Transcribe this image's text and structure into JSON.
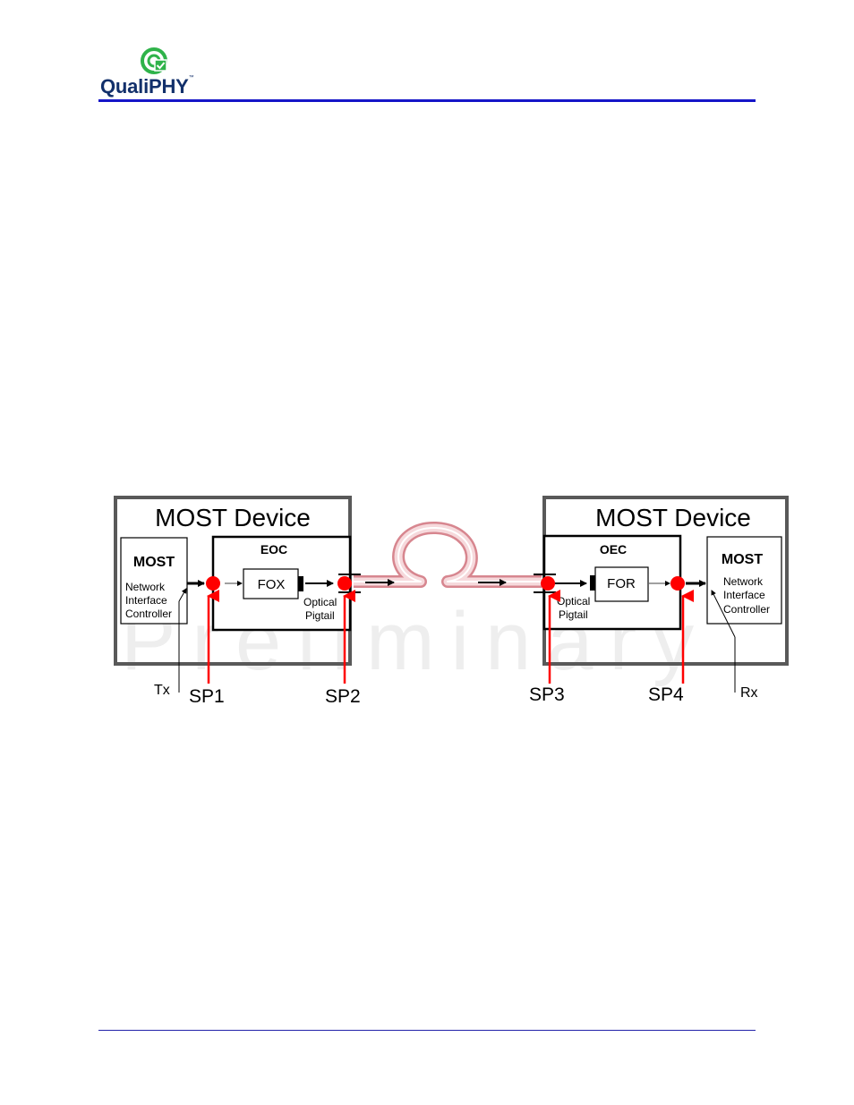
{
  "header": {
    "logo_text": "QualiPHY",
    "logo_tm": "™"
  },
  "watermark": "Preliminary",
  "diagram": {
    "left_device": {
      "title": "MOST Device",
      "nic_title": "MOST",
      "nic_lines": [
        "Network",
        "Interface",
        "Controller"
      ],
      "converter_label": "EOC",
      "component_label": "FOX",
      "pigtail_lines": [
        "Optical",
        "Pigtail"
      ],
      "signal_label": "Tx"
    },
    "right_device": {
      "title": "MOST Device",
      "nic_title": "MOST",
      "nic_lines": [
        "Network",
        "Interface",
        "Controller"
      ],
      "converter_label": "OEC",
      "component_label": "FOR",
      "pigtail_lines": [
        "Optical",
        "Pigtail"
      ],
      "signal_label": "Rx"
    },
    "signal_points": [
      "SP1",
      "SP2",
      "SP3",
      "SP4"
    ],
    "colors": {
      "box_border": "#595959",
      "signal_point": "#ff0000",
      "fiber": "#e8a0a8",
      "rule": "#1515c8"
    }
  }
}
